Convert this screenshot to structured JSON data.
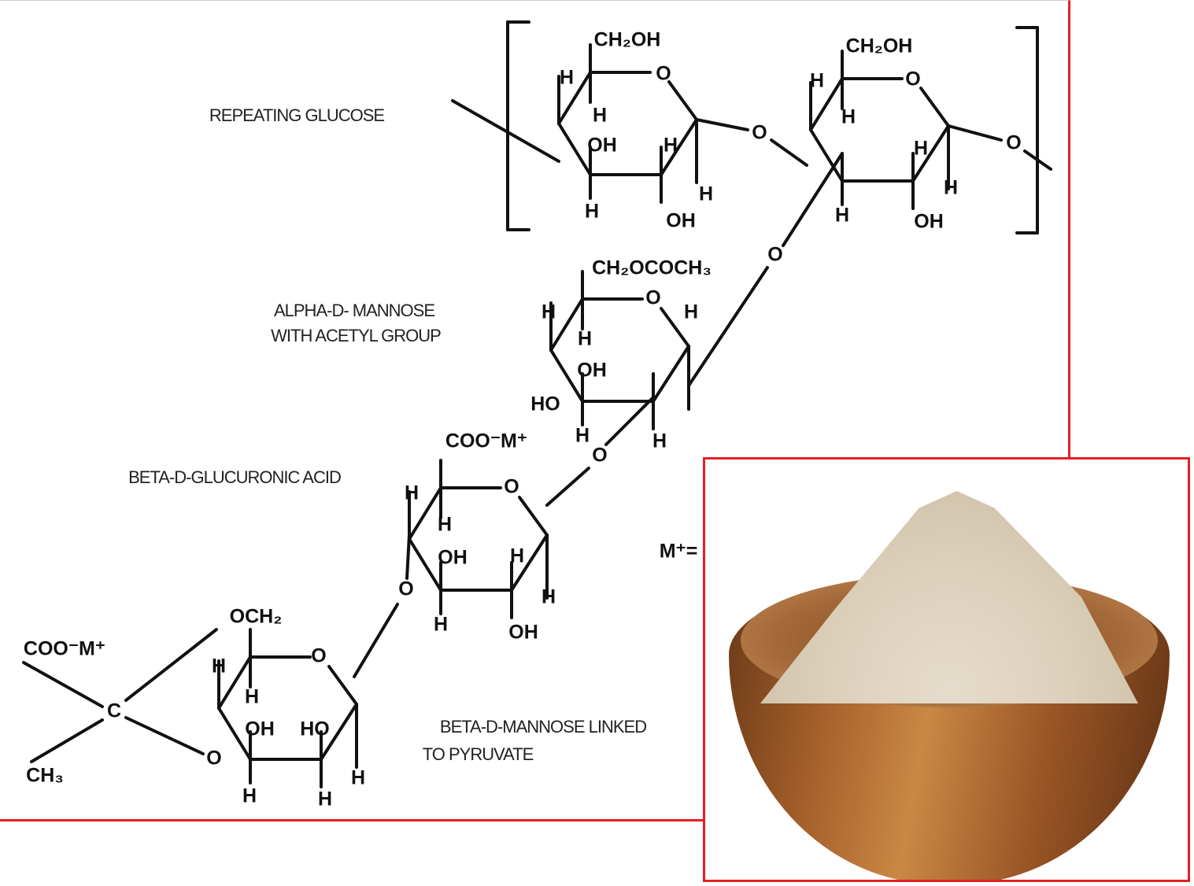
{
  "title": "Xanthan gum structure",
  "captions": {
    "repeating_glucose": "REPEATING GLUCOSE",
    "alpha_mannose_1": "ALPHA-D- MANNOSE",
    "alpha_mannose_2": "WITH ACETYL GROUP",
    "glucuronic": "BETA-D-GLUCURONIC ACID",
    "beta_mannose_1": "BETA-D-MANNOSE LINKED",
    "beta_mannose_2": "TO PYRUVATE",
    "m_plus": "M⁺="
  },
  "atoms": [
    "CH₂OH",
    "O",
    "H",
    "H",
    "OH",
    "H",
    "H",
    "H",
    "OH",
    "O",
    "CH₂OH",
    "O",
    "H",
    "H",
    "H",
    "H",
    "H",
    "OH",
    "O",
    "O",
    "CH₂OCOCH₃",
    "O",
    "H",
    "H",
    "H",
    "OH",
    "HO",
    "H",
    "H",
    "O",
    "COO⁻M⁺",
    "O",
    "H",
    "H",
    "OH",
    "H",
    "H",
    "O",
    "H",
    "OH",
    "OCH₂",
    "O",
    "COO⁻M⁺",
    "C",
    "CH₃",
    "H",
    "H",
    "OH",
    "HO",
    "O",
    "H",
    "H",
    "H"
  ],
  "photo": {
    "subject": "powder-in-wooden-bowl"
  },
  "colors": {
    "frame": "#e41e26"
  }
}
